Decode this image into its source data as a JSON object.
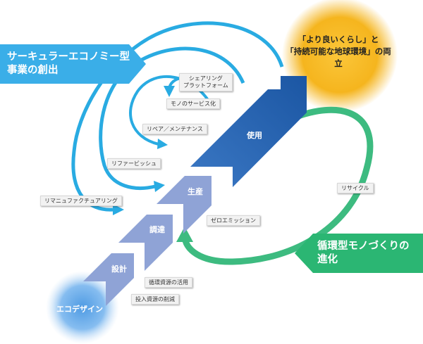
{
  "banners": {
    "circular": {
      "line1": "サーキュラーエコノミー型",
      "line2": "事業の創出",
      "color": "#3aaee8"
    },
    "manufacturing": {
      "line1": "循環型モノづくりの",
      "line2": "進化",
      "color": "#2bb673"
    }
  },
  "goal": {
    "line1": "「より良いくらし」と",
    "line2": "「持続可能な地球環境」の両立",
    "color": "#f5b51e"
  },
  "eco_design": {
    "label": "エコデザイン",
    "color": "#5aa7e6"
  },
  "steps": {
    "design": "設計",
    "procurement": "調達",
    "production": "生産",
    "use": "使用"
  },
  "labels": {
    "sharing_l1": "シェアリング",
    "sharing_l2": "プラットフォーム",
    "product_service": "モノのサービス化",
    "repair": "リペア／メンテナンス",
    "refurbish": "リファービッシュ",
    "remanufacturing": "リマニュファクチュアリング",
    "recycle": "リサイクル",
    "zero_emission": "ゼロエミッション",
    "recycled_resources": "循環資源の活用",
    "input_reduction": "投入資源の削減"
  },
  "colors": {
    "loop_blue": "#29abe2",
    "loop_green": "#3dbb80",
    "step_light": "#8fa3d6",
    "step_dark": "#1b5fab"
  }
}
